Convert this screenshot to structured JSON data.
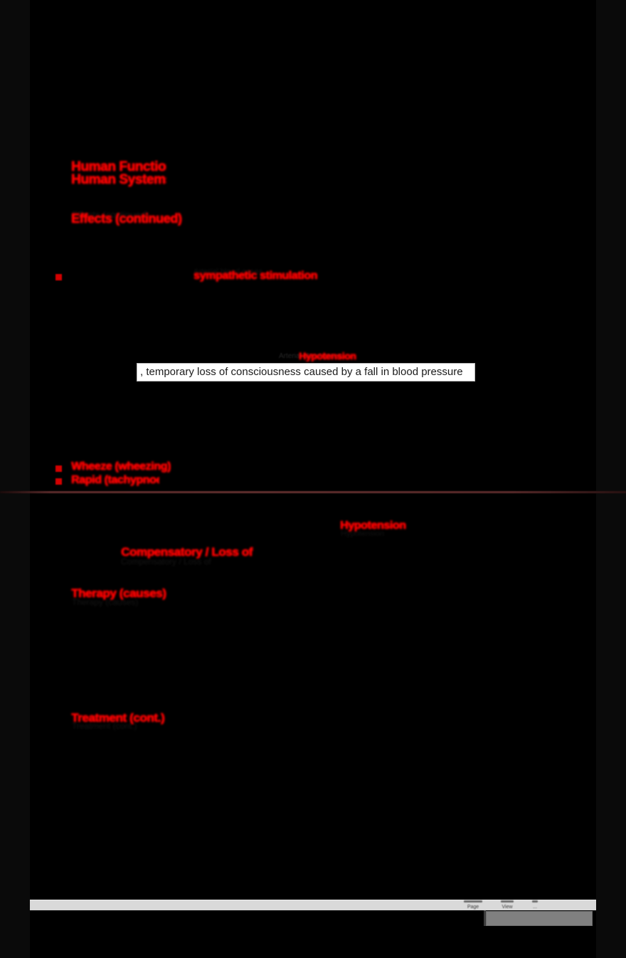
{
  "app": {
    "mode": "night-reading-mode",
    "background_color": "#000000",
    "highlight_color": "#fb0000",
    "tooltip_background": "#ffffff",
    "toolbar_background": "#d9d9d9",
    "divider_color": "#5c2b2b"
  },
  "document": {
    "heading_block": {
      "line1": "Human Function",
      "line2": "Human Systems"
    },
    "subheading": "Effects (continued)",
    "bullets": [
      {
        "label": "sympathetic stimulation"
      },
      {
        "label": "Wheeze (wheezing)"
      },
      {
        "label": "Rapid (tachypnoea)"
      }
    ],
    "inline_highlights": [
      {
        "text": "Arterial blood gases"
      },
      {
        "text": "Hypotension"
      },
      {
        "text": "Compensatory / Loss of"
      }
    ],
    "sections": [
      {
        "title": "Therapy (causes)"
      },
      {
        "title": "Treatment (cont.)"
      }
    ]
  },
  "tooltip": {
    "name": "dictionary-definition",
    "text": ", temporary loss of consciousness caused by a fall in blood pressure"
  },
  "toolbar": {
    "items": [
      {
        "label": "Page"
      },
      {
        "label": "View"
      },
      {
        "label": "..."
      }
    ]
  }
}
